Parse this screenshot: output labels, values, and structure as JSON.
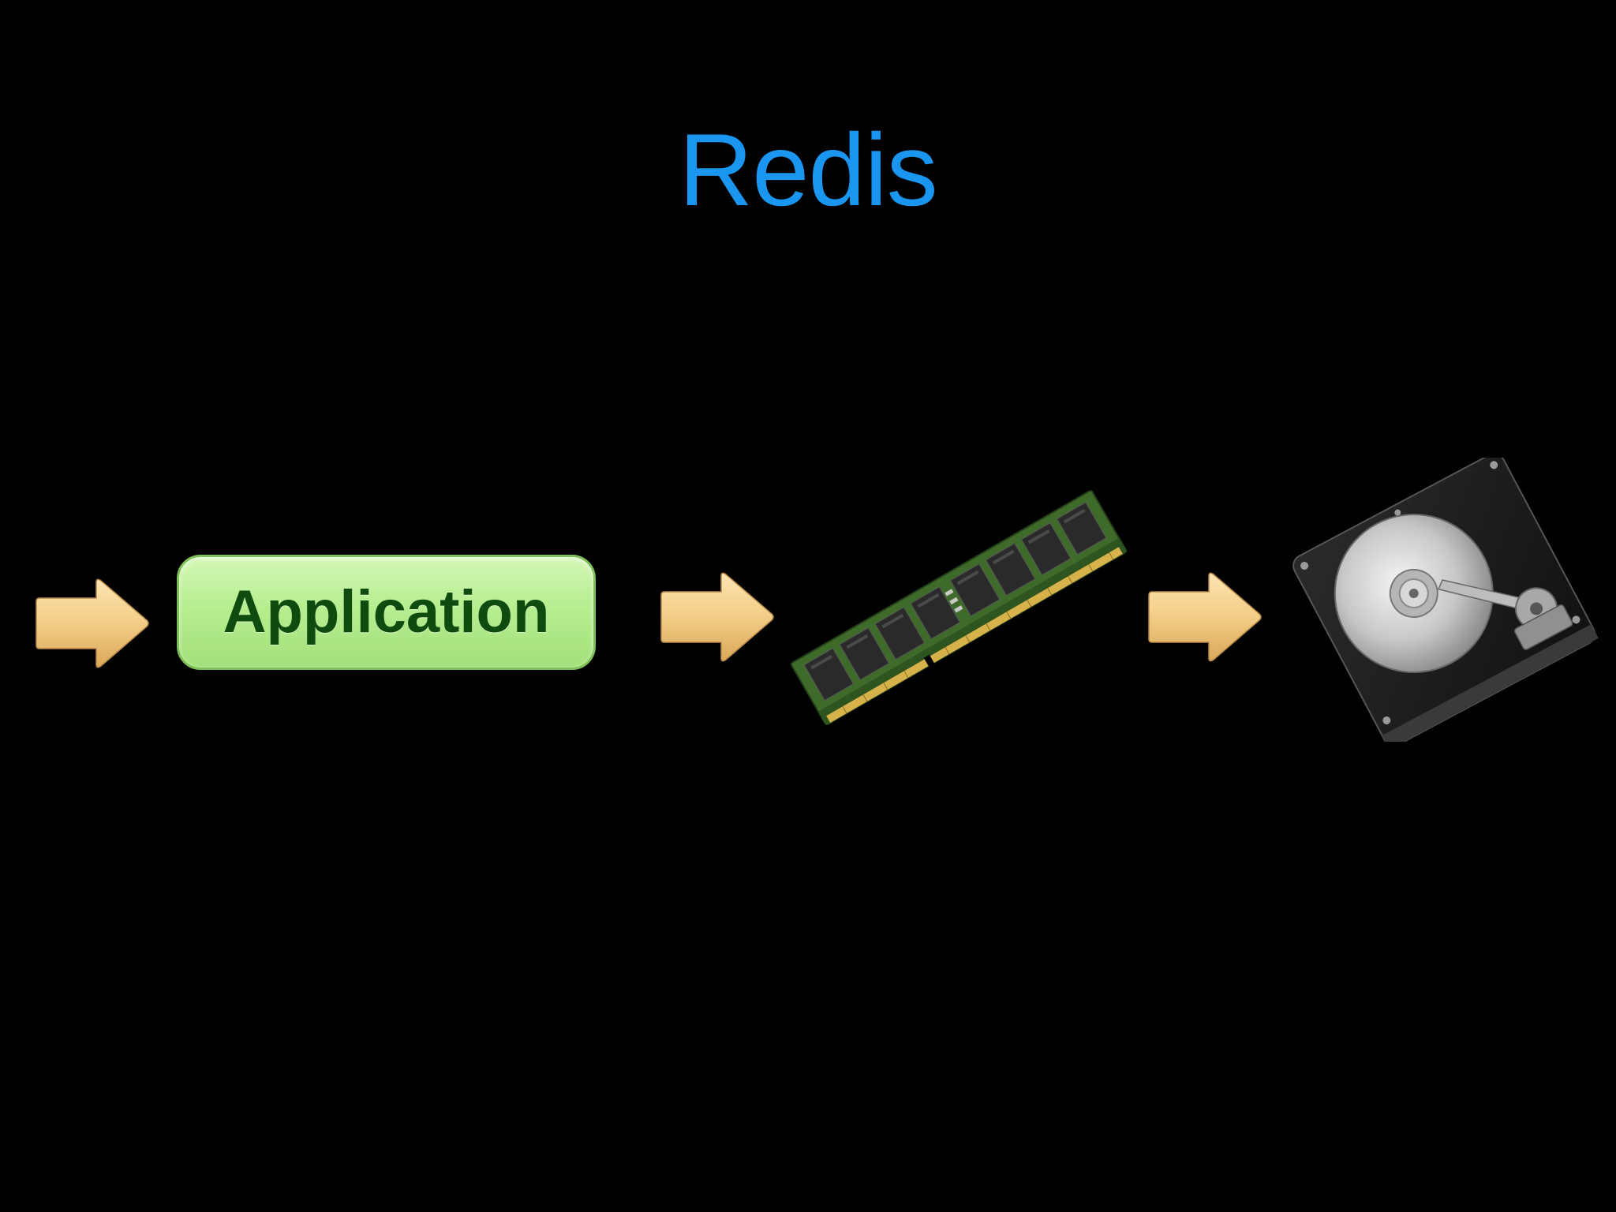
{
  "slide": {
    "title": "Redis",
    "title_color": "#1a96f0",
    "background": "#000000"
  },
  "flow": {
    "application_label": "Application",
    "application_text_color": "#0f4a0f",
    "steps": [
      {
        "icon": "input-arrow-icon"
      },
      {
        "icon": "application-box"
      },
      {
        "icon": "arrow-to-memory-icon"
      },
      {
        "icon": "ram-memory-module-icon"
      },
      {
        "icon": "arrow-to-disk-icon"
      },
      {
        "icon": "hard-disk-drive-icon"
      }
    ],
    "arrow_color": "#f3d08e"
  }
}
